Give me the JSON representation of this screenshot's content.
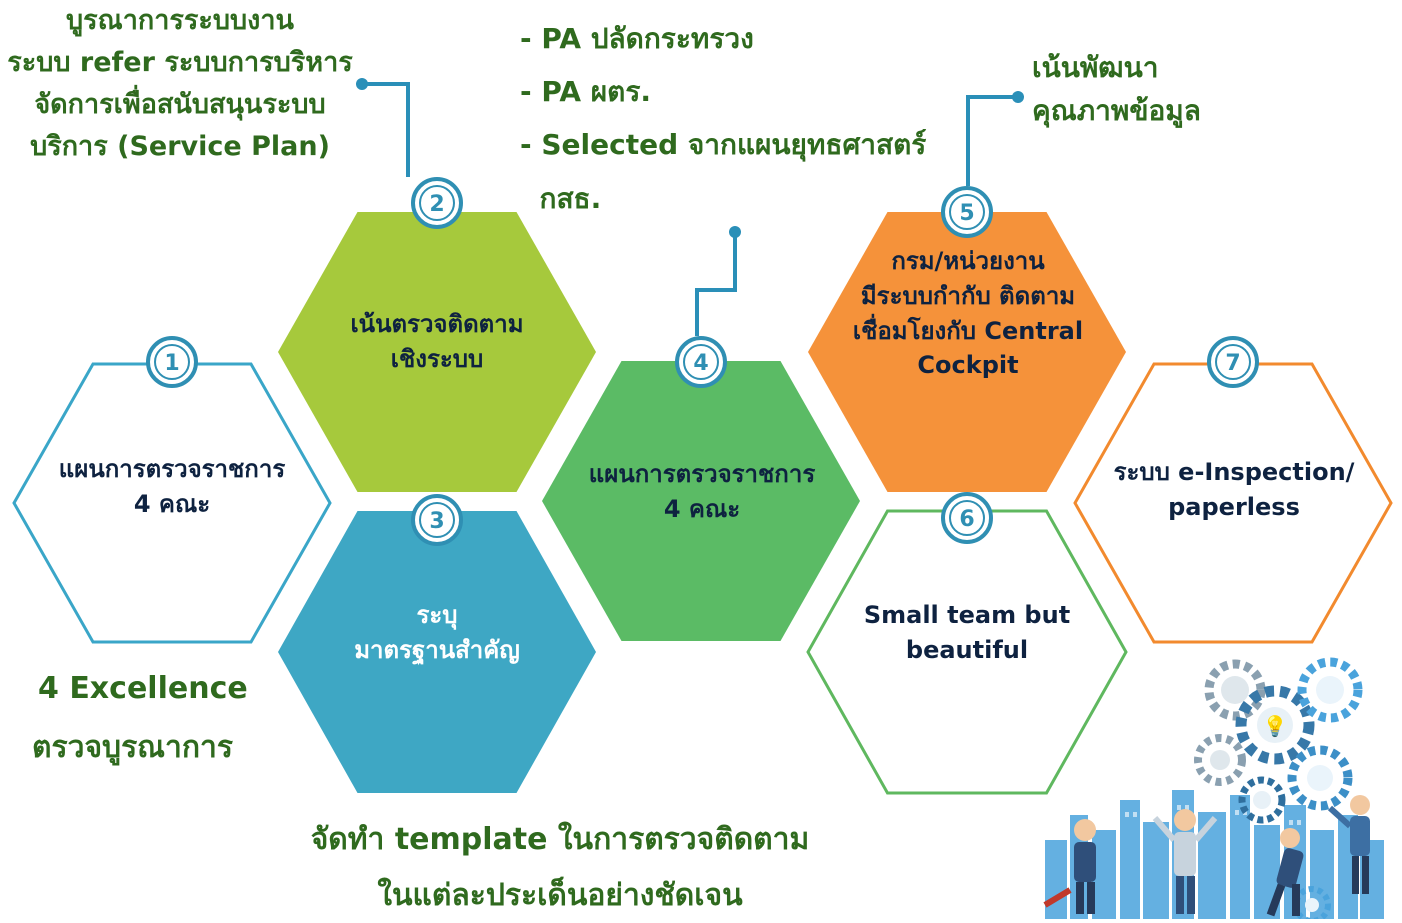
{
  "hexagons": [
    {
      "num": "1",
      "lines": [
        "แผนการตรวจราชการ",
        "4 คณะ"
      ],
      "style": "outline",
      "color": "#3aa6c8"
    },
    {
      "num": "2",
      "lines": [
        "เน้นตรวจติดตาม",
        "เชิงระบบ"
      ],
      "style": "filled",
      "color": "#a6c93c"
    },
    {
      "num": "3",
      "lines": [
        "ระบุ",
        "มาตรฐานสำคัญ"
      ],
      "style": "filled",
      "color": "#3ea7c4"
    },
    {
      "num": "4",
      "lines": [
        "แผนการตรวจราชการ",
        "4 คณะ"
      ],
      "style": "filled",
      "color": "#5bbb65"
    },
    {
      "num": "5",
      "lines": [
        "กรม/หน่วยงาน",
        "มีระบบกำกับ ติดตาม",
        "เชื่อมโยงกับ Central",
        "Cockpit"
      ],
      "style": "filled",
      "color": "#f5923a"
    },
    {
      "num": "6",
      "lines": [
        "Small team but",
        "beautiful"
      ],
      "style": "outline",
      "color": "#5fb85f"
    },
    {
      "num": "7",
      "lines": [
        "ระบบ e-Inspection/",
        "paperless"
      ],
      "style": "outline",
      "color": "#f28a2e"
    }
  ],
  "notes": {
    "note2": [
      "บูรณาการระบบงาน",
      "ระบบ refer ระบบการบริหาร",
      "จัดการเพื่อสนับสนุนระบบ",
      "บริการ (Service Plan)"
    ],
    "note4_bullets": [
      "- PA ปลัดกระทรวง",
      "- PA ผตร.",
      "- Selected จากแผนยุทธศาสตร์",
      "  กสธ."
    ],
    "note5": [
      "เน้นพัฒนา",
      "คุณภาพข้อมูล"
    ],
    "note_excellence": [
      "4 Excellence",
      "ตรวจบูรณาการ"
    ],
    "note_template": [
      "จัดทำ template ในการตรวจติดตาม",
      "ในแต่ละประเด็นอย่างชัดเจน"
    ]
  },
  "colors": {
    "badge_ring": "#2f8fb3",
    "connector": "#2a8fb8",
    "note_text": "#2f6a1e",
    "label_text": "#1f2d4a"
  },
  "illustration": {
    "icon": "business-team-gears-icon"
  }
}
